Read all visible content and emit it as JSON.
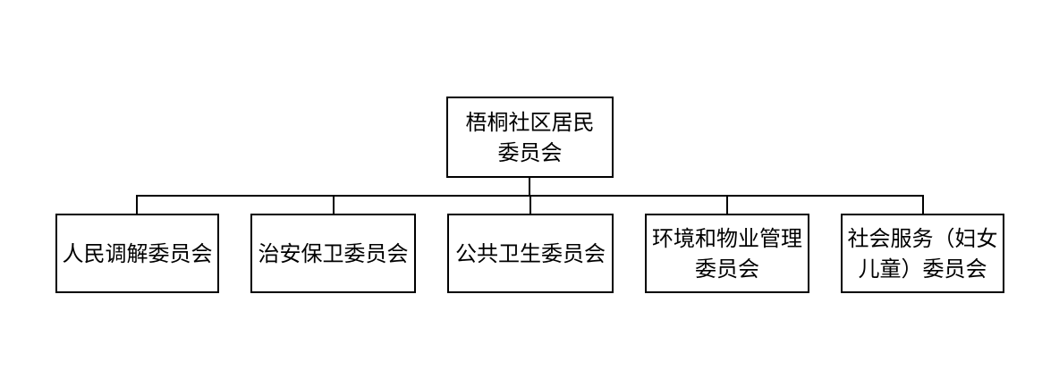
{
  "chart_data": {
    "type": "diagram",
    "diagram_type": "organization-chart",
    "title": "",
    "orientation": "top-down",
    "background_color": "#ffffff",
    "line_color": "#000000",
    "text_color": "#000000",
    "nodes": [
      {
        "id": "root",
        "label": "梧桐社区居民\n委员会",
        "level": 0,
        "parent": null
      },
      {
        "id": "child-0",
        "label": "人民调解委员会",
        "level": 1,
        "parent": "root"
      },
      {
        "id": "child-1",
        "label": "治安保卫委员会",
        "level": 1,
        "parent": "root"
      },
      {
        "id": "child-2",
        "label": "公共卫生委员会",
        "level": 1,
        "parent": "root"
      },
      {
        "id": "child-3",
        "label": "环境和物业管理\n委员会",
        "level": 1,
        "parent": "root"
      },
      {
        "id": "child-4",
        "label": "社会服务（妇女\n儿童）委员会",
        "level": 1,
        "parent": "root"
      }
    ],
    "edges": [
      {
        "from": "root",
        "to": "child-0"
      },
      {
        "from": "root",
        "to": "child-1"
      },
      {
        "from": "root",
        "to": "child-2"
      },
      {
        "from": "root",
        "to": "child-3"
      },
      {
        "from": "root",
        "to": "child-4"
      }
    ]
  },
  "diagram": {
    "root": {
      "label": "梧桐社区居民\n委员会"
    },
    "children": [
      {
        "label": "人民调解委员会"
      },
      {
        "label": "治安保卫委员会"
      },
      {
        "label": "公共卫生委员会"
      },
      {
        "label": "环境和物业管理\n委员会"
      },
      {
        "label": "社会服务（妇女\n儿童）委员会"
      }
    ]
  }
}
